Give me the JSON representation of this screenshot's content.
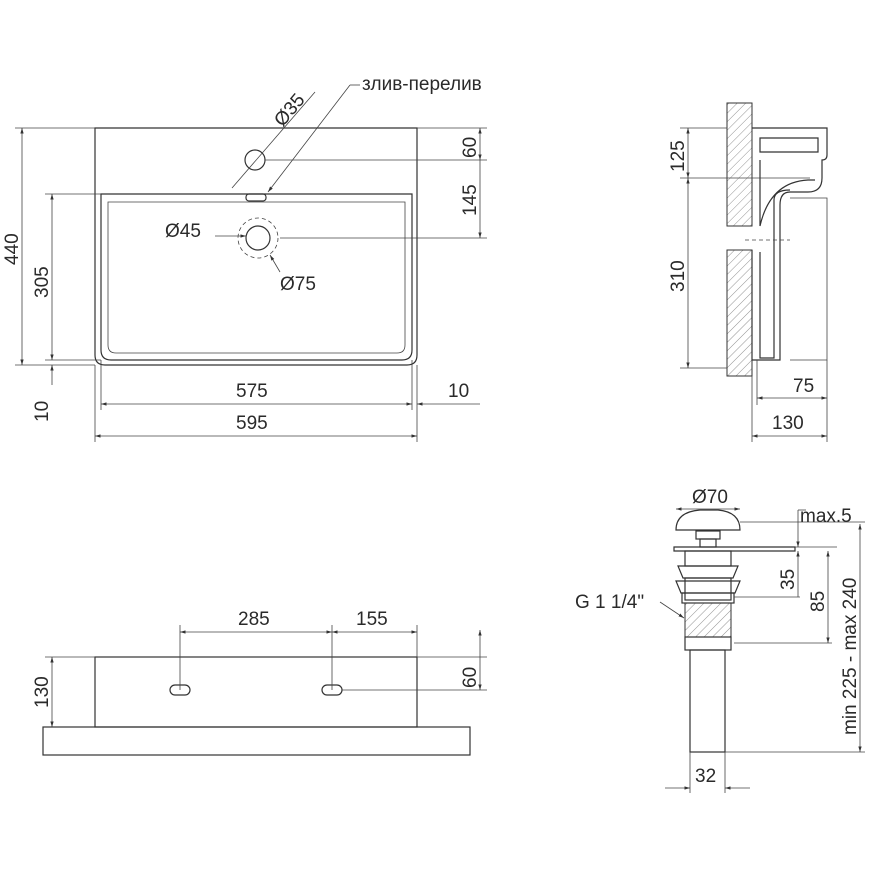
{
  "top_view": {
    "overflow_label": "злив-перелив",
    "tap_hole_diameter": "Ø35",
    "drain_diameter": "Ø45",
    "drain_outer_diameter": "Ø75",
    "total_depth": "440",
    "basin_depth": "305",
    "front_rim": "10",
    "tap_offset": "60",
    "drain_offset": "145",
    "basin_width": "575",
    "side_rim": "10",
    "total_width": "595"
  },
  "side_view": {
    "top_height": "125",
    "lower_height": "310",
    "inner_depth": "75",
    "total_height": "130"
  },
  "front_view": {
    "hole_spacing": "285",
    "hole_edge_offset": "155",
    "height": "130",
    "hole_height": "60"
  },
  "drain_view": {
    "cap_diameter": "Ø70",
    "cap_gap": "max.5",
    "thread": "G 1 1/4\"",
    "flange_height": "35",
    "body_height": "85",
    "total_length": "min 225 - max 240",
    "pipe_diameter": "32"
  }
}
